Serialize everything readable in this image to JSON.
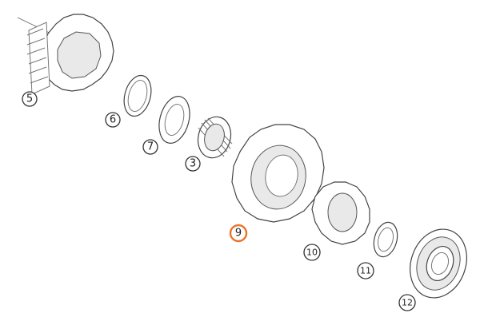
{
  "callouts": [
    {
      "id": "5",
      "label": "5",
      "highlighted": false
    },
    {
      "id": "6",
      "label": "6",
      "highlighted": false
    },
    {
      "id": "7",
      "label": "7",
      "highlighted": false
    },
    {
      "id": "3",
      "label": "3",
      "highlighted": false
    },
    {
      "id": "9",
      "label": "9",
      "highlighted": true
    },
    {
      "id": "10",
      "label": "10",
      "highlighted": false
    },
    {
      "id": "11",
      "label": "11",
      "highlighted": false
    },
    {
      "id": "12",
      "label": "12",
      "highlighted": false
    }
  ],
  "colors": {
    "highlight": "#e8742a",
    "line": "#444444",
    "background": "#ffffff"
  }
}
